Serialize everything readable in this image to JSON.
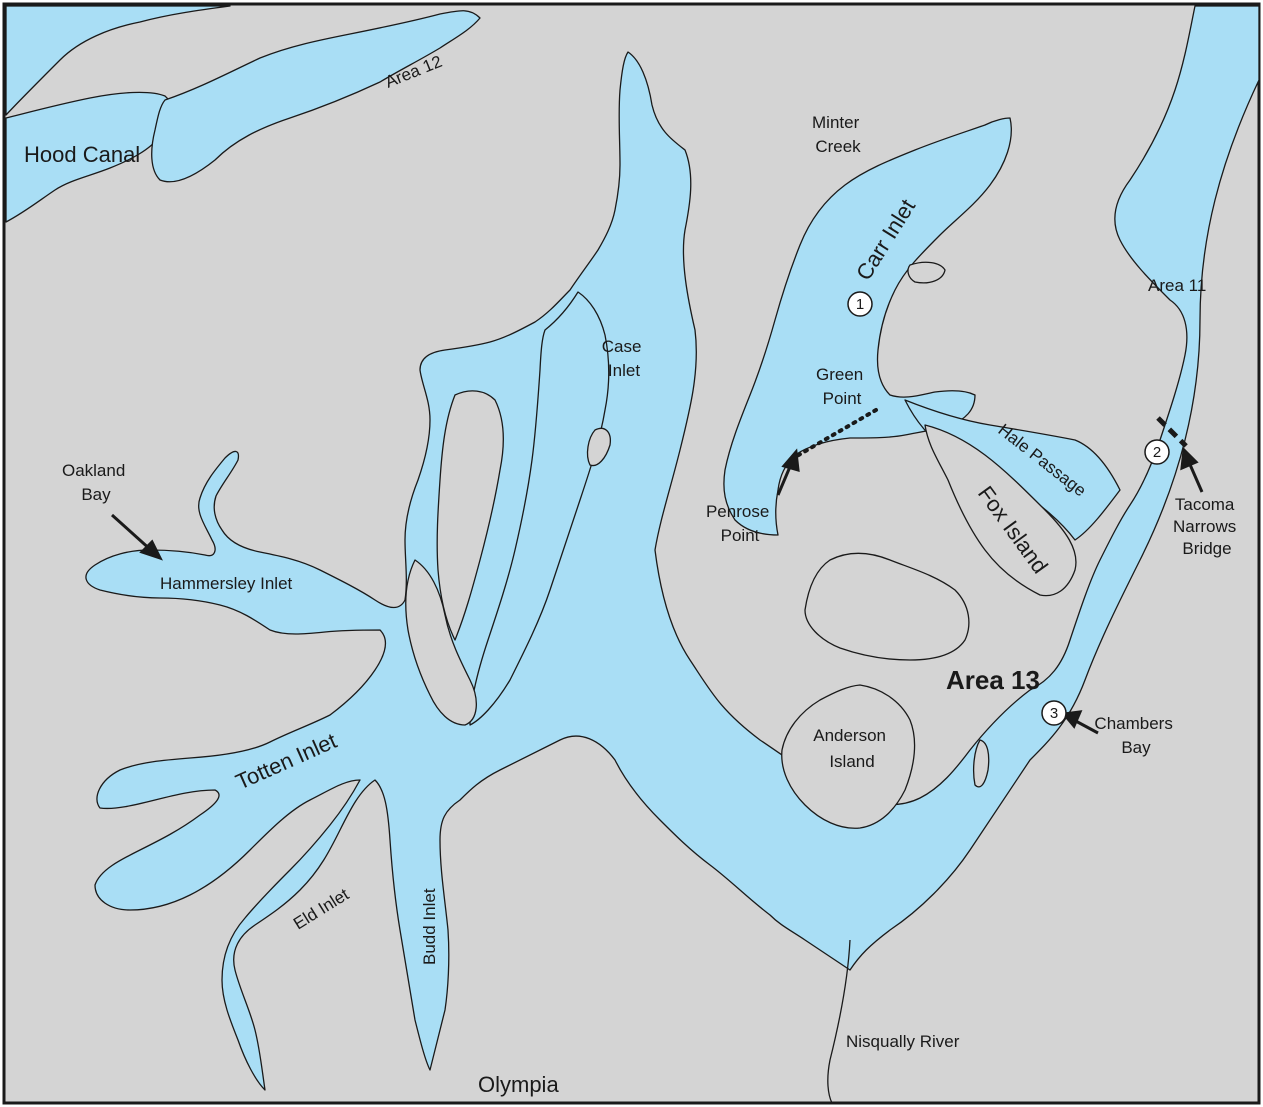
{
  "colors": {
    "land": "#d4d4d4",
    "water": "#a9def5",
    "outline": "#1a1a1a",
    "border": "#1a1a1a"
  },
  "labels": {
    "hood_canal": "Hood Canal",
    "area_12": "Area 12",
    "minter_creek": [
      "Minter",
      "Creek"
    ],
    "carr_inlet": "Carr Inlet",
    "area_11": "Area 11",
    "case_inlet": [
      "Case",
      "Inlet"
    ],
    "green_point": [
      "Green",
      "Point"
    ],
    "penrose_point": [
      "Penrose",
      "Point"
    ],
    "hale_passage": "Hale Passage",
    "fox_island": "Fox Island",
    "tacoma_narrows_bridge": [
      "Tacoma",
      "Narrows",
      "Bridge"
    ],
    "oakland_bay": [
      "Oakland",
      "Bay"
    ],
    "hammersley_inlet": "Hammersley Inlet",
    "area_13": "Area 13",
    "chambers_bay": [
      "Chambers",
      "Bay"
    ],
    "anderson_island": [
      "Anderson",
      "Island"
    ],
    "totten_inlet": "Totten Inlet",
    "eld_inlet": "Eld Inlet",
    "budd_inlet": "Budd Inlet",
    "nisqually_river": "Nisqually River",
    "olympia": "Olympia"
  },
  "markers": [
    {
      "id": "site-1",
      "number": "1"
    },
    {
      "id": "site-2",
      "number": "2"
    },
    {
      "id": "site-3",
      "number": "3"
    }
  ]
}
